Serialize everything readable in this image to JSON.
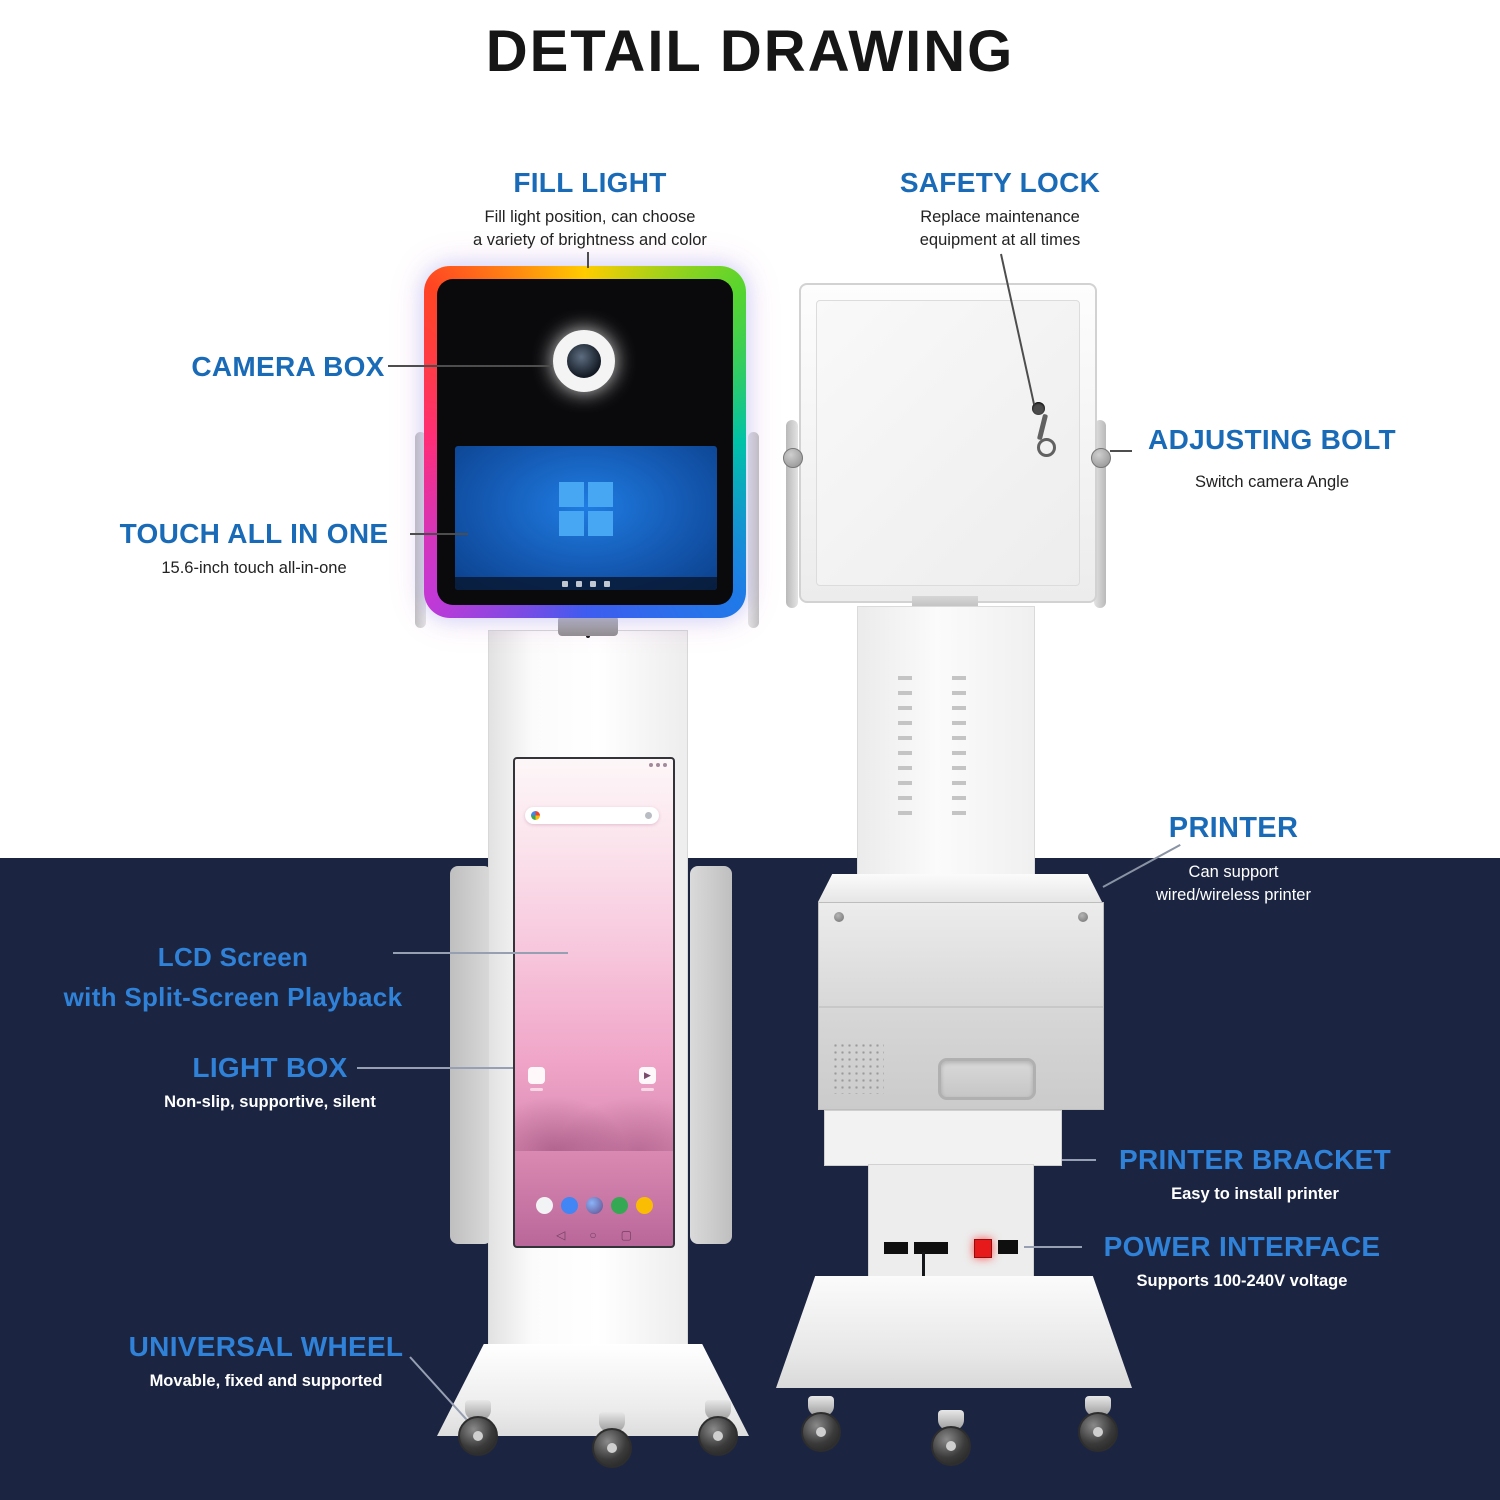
{
  "title": "DETAIL DRAWING",
  "colors": {
    "label_blue": "#1a6bb7",
    "label_blue_bright": "#2f82d8",
    "dark_background": "#1b2542",
    "rgb_frame": [
      "#ff4424",
      "#ffcc00",
      "#58d52e",
      "#00c2a8",
      "#1f7ae8",
      "#c438d6"
    ],
    "power_switch_red": "#e61a1a"
  },
  "callouts": {
    "fill_light": {
      "label": "FILL LIGHT",
      "desc": "Fill light position, can choose\na variety of brightness and color"
    },
    "safety_lock": {
      "label": "SAFETY LOCK",
      "desc": "Replace maintenance\nequipment at all times"
    },
    "camera_box": {
      "label": "CAMERA BOX"
    },
    "adjusting_bolt": {
      "label": "ADJUSTING BOLT",
      "desc": "Switch camera Angle"
    },
    "touch_all_in_one": {
      "label": "TOUCH ALL IN ONE",
      "desc": "15.6-inch touch all-in-one"
    },
    "printer": {
      "label": "PRINTER",
      "desc": "Can support\nwired/wireless printer"
    },
    "lcd_screen": {
      "label": "LCD Screen\nwith Split-Screen Playback"
    },
    "light_box": {
      "label": "LIGHT BOX",
      "desc": "Non-slip, supportive, silent"
    },
    "printer_bracket": {
      "label": "PRINTER BRACKET",
      "desc": "Easy to install printer"
    },
    "power_interface": {
      "label": "POWER INTERFACE",
      "desc": "Supports 100-240V voltage"
    },
    "universal_wheel": {
      "label": "UNIVERSAL WHEEL",
      "desc": "Movable, fixed and supported"
    }
  },
  "icons": {
    "android_back": "◁",
    "android_home": "○",
    "android_recents": "▢",
    "video_play": "▶"
  }
}
